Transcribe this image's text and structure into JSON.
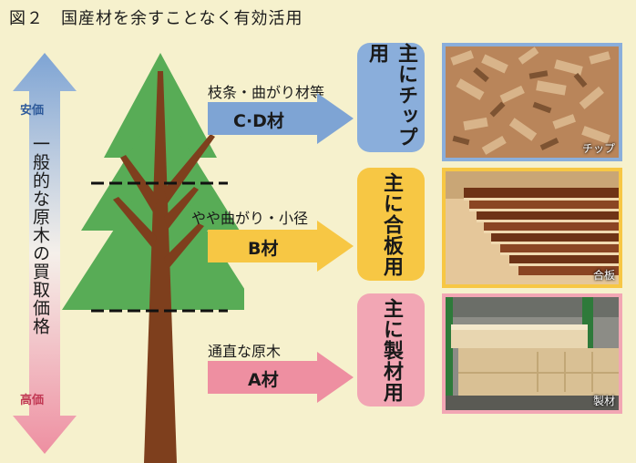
{
  "title": "図２　国産材を余すことなく有効活用",
  "price_axis": {
    "top_label": "安価",
    "bottom_label": "高価",
    "vertical_label": "一般的な原木の買取価格"
  },
  "grades": [
    {
      "desc": "枝条・曲がり材等",
      "label": "C·D材",
      "use": "主にチップ用",
      "photo_caption": "チップ",
      "color": "#7ea4d4",
      "use_color": "#8aaedb"
    },
    {
      "desc": "やや曲がり・小径",
      "label": "B材",
      "use": "主に合板用",
      "photo_caption": "合板",
      "color": "#f7c744",
      "use_color": "#f7c744"
    },
    {
      "desc": "通直な原木",
      "label": "A材",
      "use": "主に製材用",
      "photo_caption": "製材",
      "color": "#ee8fa1",
      "use_color": "#f2a6b4"
    }
  ],
  "colors": {
    "background": "#f6f1cd",
    "tree": "#58ac56",
    "trunk": "#7e3f1d"
  }
}
